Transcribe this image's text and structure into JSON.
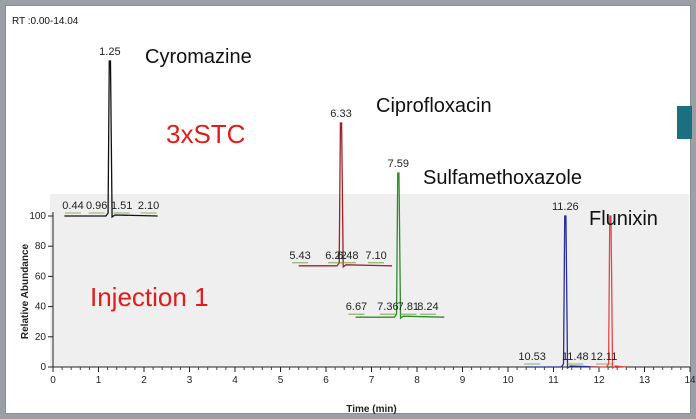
{
  "rt_range": "RT :0.00-14.04",
  "overlay": {
    "stc": "3xSTC",
    "injection": "Injection 1"
  },
  "colors": {
    "panel_bg": "#efefef",
    "accent_red": "#e21b1b",
    "teal": "#1a6f80"
  },
  "chart_data": {
    "type": "line",
    "xlabel": "Time (min)",
    "ylabel": "Relative Abundance",
    "xlim": [
      0,
      14
    ],
    "ylim": [
      0,
      100
    ],
    "x_ticks": [
      0,
      1,
      2,
      3,
      4,
      5,
      6,
      7,
      8,
      9,
      10,
      11,
      12,
      13,
      14
    ],
    "y_ticks": [
      0,
      20,
      40,
      60,
      80,
      100
    ],
    "series": [
      {
        "name": "Cyromazine",
        "color": "#111111",
        "x_range": [
          0.25,
          2.3
        ],
        "baseline_y": 100,
        "apex_x": 1.25,
        "apex_label": "1.25",
        "peak_labels": [
          "0.44",
          "0.96",
          "1.51",
          "2.10"
        ],
        "peak_label_x": [
          0.44,
          0.96,
          1.51,
          2.1
        ]
      },
      {
        "name": "Ciprofloxacin",
        "color": "#9e2128",
        "x_range": [
          5.4,
          7.45
        ],
        "baseline_y": 67,
        "apex_x": 6.33,
        "apex_label": "6.33",
        "peak_labels": [
          "5.43",
          "6.22",
          "6.48",
          "7.10"
        ],
        "peak_label_x": [
          5.43,
          6.22,
          6.48,
          7.1
        ]
      },
      {
        "name": "Sulfamethoxazole",
        "color": "#2e8b2e",
        "x_range": [
          6.65,
          8.6
        ],
        "baseline_y": 33,
        "apex_x": 7.59,
        "apex_label": "7.59",
        "peak_labels": [
          "6.67",
          "7.36",
          "7.81",
          "8.24"
        ],
        "peak_label_x": [
          6.67,
          7.36,
          7.81,
          8.24
        ]
      },
      {
        "name": "Flunixin",
        "color": "#2b2d9c",
        "x_range": [
          10.4,
          12.0
        ],
        "baseline_y": 0,
        "apex_x": 11.26,
        "apex_label": "11.26",
        "peak_labels": [
          "10.53",
          "11.48"
        ],
        "peak_label_x": [
          10.53,
          11.48
        ]
      },
      {
        "name": "",
        "color": "#e04848",
        "x_range": [
          11.8,
          12.6
        ],
        "baseline_y": 0,
        "apex_x": 12.25,
        "apex_label": "",
        "peak_labels": [
          "12.11"
        ],
        "peak_label_x": [
          12.11
        ]
      }
    ]
  }
}
